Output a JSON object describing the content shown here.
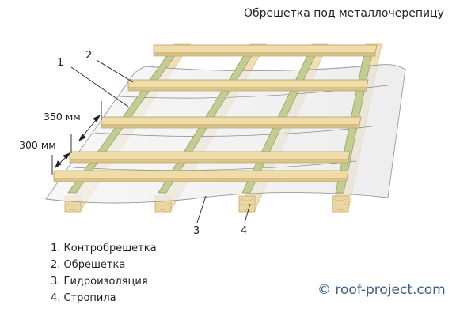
{
  "title": "Обрешетка под металлочерепицу",
  "callouts": {
    "c1": "1",
    "c2": "2",
    "c3": "3",
    "c4": "4"
  },
  "dimensions": {
    "spacing_upper": "350 мм",
    "spacing_lower": "300 мм"
  },
  "legend": [
    "1. Контробрешетка",
    "2. Обрешетка",
    "3. Гидроизоляция",
    "4. Стропила"
  ],
  "copyright": "© roof-project.com",
  "colors": {
    "batten": "#efdca8",
    "batten_edge": "#b09a5e",
    "counter_batten": "#c3cc91",
    "rafter": "#f1dfb8",
    "membrane": "#eeeeee",
    "accent_text": "#3b5f86"
  }
}
